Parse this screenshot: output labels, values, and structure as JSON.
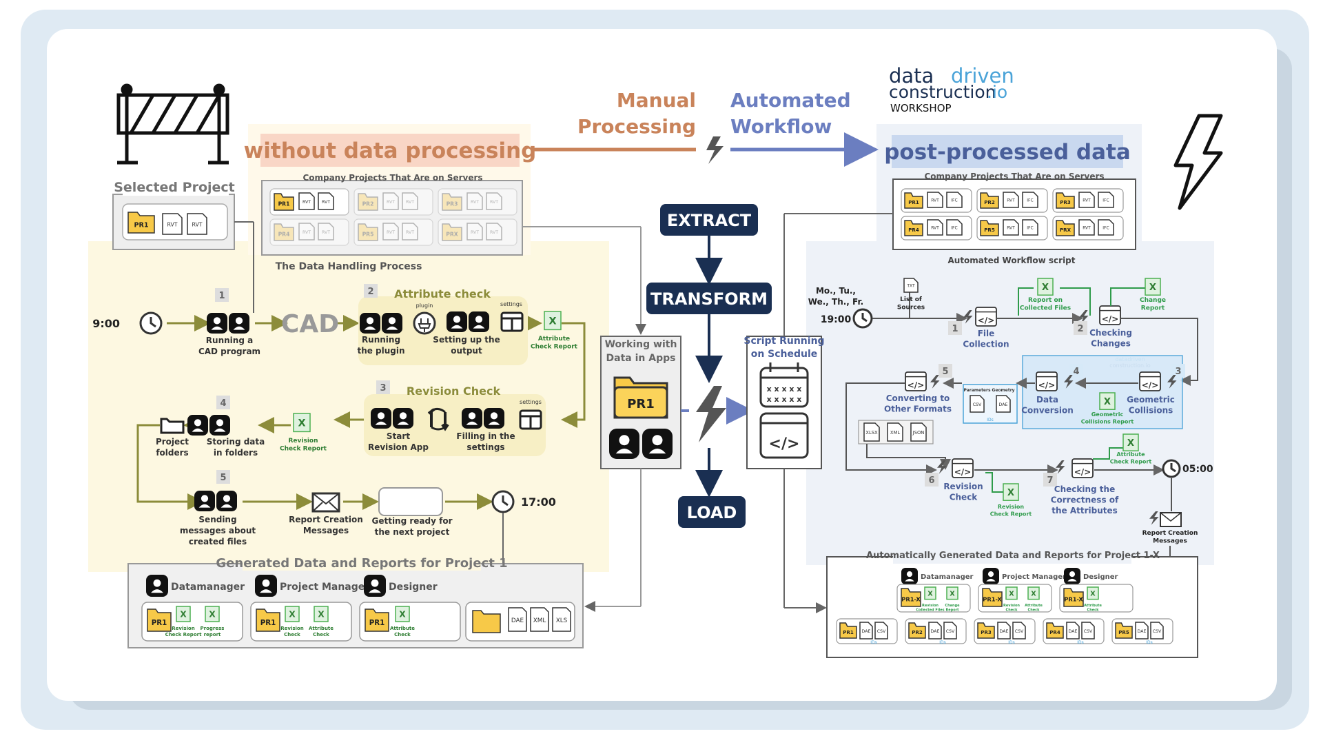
{
  "header": {
    "manual_line1": "Manual",
    "manual_line2": "Processing",
    "auto_line1": "Automated",
    "auto_line2": "Workflow"
  },
  "logo": {
    "word1": "data",
    "word2": "driven",
    "line2": "construction",
    "tld": ".io",
    "line3": "WORKSHOP"
  },
  "etl": {
    "extract": "EXTRACT",
    "transform": "TRANSFORM",
    "load": "LOAD"
  },
  "left": {
    "banner": "without data processing",
    "selected_project": "Selected Project",
    "servers": "Company Projects That Are on Servers",
    "process_title": "The Data Handling Process",
    "time_start": "9:00",
    "time_end": "17:00",
    "steps": [
      {
        "num": "1",
        "label": "Running a CAD program"
      },
      {
        "num": "2",
        "label": "Attribute check"
      },
      {
        "num": "3",
        "label": "Revision Check"
      },
      {
        "num": "4",
        "label": "Storing data in folders"
      },
      {
        "num": "5",
        "label": "Sending messages about created files"
      }
    ],
    "cad": "CAD",
    "plugin": "plugin",
    "settings": "settings",
    "running_plugin": "Running the plugin",
    "setting_output": "Setting up the output",
    "attribute_report": "Attribute Check Report",
    "start_revision": "Start Revision App",
    "filling_settings": "Filling in the settings",
    "revision_report": "Revision Check Report",
    "project_folders": "Project folders",
    "report_messages": "Report Creation Messages",
    "getting_ready": "Getting ready for the next project",
    "generated_title": "Generated Data and Reports for Project 1",
    "roles": [
      "Datamanager",
      "Project Manager",
      "Designer"
    ],
    "r1_reports": [
      "Revision Check Report",
      "Progress report"
    ],
    "r2_reports": [
      "Revision Check",
      "Attribute Check"
    ],
    "r3_reports": [
      "Attribute Check"
    ],
    "formats": [
      "DAE",
      "XML",
      "XLS"
    ]
  },
  "middle": {
    "working_with": "Working with Data in Apps",
    "pr1": "PR1",
    "script_running": "Script Running on Schedule"
  },
  "right": {
    "banner": "post-processed data",
    "servers": "Company Projects That Are on Servers",
    "script_title": "Automated Workflow script",
    "schedule_days": "Mo., Tu., We., Th., Fr.",
    "time_start": "19:00",
    "time_end": "05:00",
    "list_sources": "List of Sources",
    "file_collection": "File Collection",
    "report_collected": "Report on Collected Files",
    "checking_changes": "Checking Changes",
    "change_report": "Change Report",
    "data_conversion": "Data Conversion",
    "geometric_collisions": "Geometric Collisions",
    "collisions_report": "Geometric Collisions Report",
    "converting": "Converting to Other Formats",
    "parameters": "Parameters",
    "geometry": "Geometry",
    "revision_check": "Revision Check",
    "revision_report": "Revision Check Report",
    "checking_correctness": "Checking the Correctness of the Attributes",
    "attribute_report": "Attribute Check Report",
    "report_messages": "Report Creation Messages",
    "step_nums": [
      "1",
      "2",
      "3",
      "4",
      "5",
      "6",
      "7"
    ],
    "generated_title": "Automatically Generated Data and Reports for Project 1-X",
    "roles": [
      "Datamanager",
      "Project Manager",
      "Designer"
    ],
    "formats": [
      "XLSX",
      "XML",
      "JSON"
    ]
  },
  "projects": [
    "PR1",
    "PR2",
    "PR3",
    "PR4",
    "PR5",
    "PRX"
  ],
  "colors": {
    "manual": "#c9835a",
    "automated": "#6b7ec0",
    "navy": "#1a2f52",
    "left_bg": "#fdf8e1",
    "right_bg": "#eef2f8",
    "excel_green": "#4caf50",
    "folder_yellow": "#f7c948"
  }
}
